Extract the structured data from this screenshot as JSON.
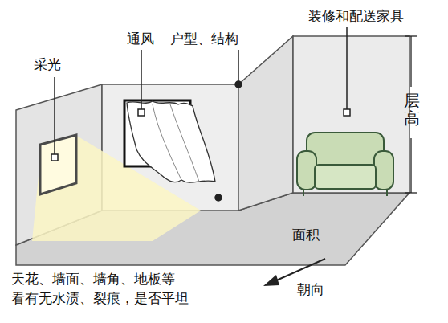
{
  "diagram": {
    "labels": [
      "采光",
      "通风",
      "户型、结构",
      "装修和配送家具",
      "层高",
      "面积",
      "朝向",
      "天花、墙面、墙角、地板等 看有无水渍、裂痕，是否平坦"
    ]
  }
}
